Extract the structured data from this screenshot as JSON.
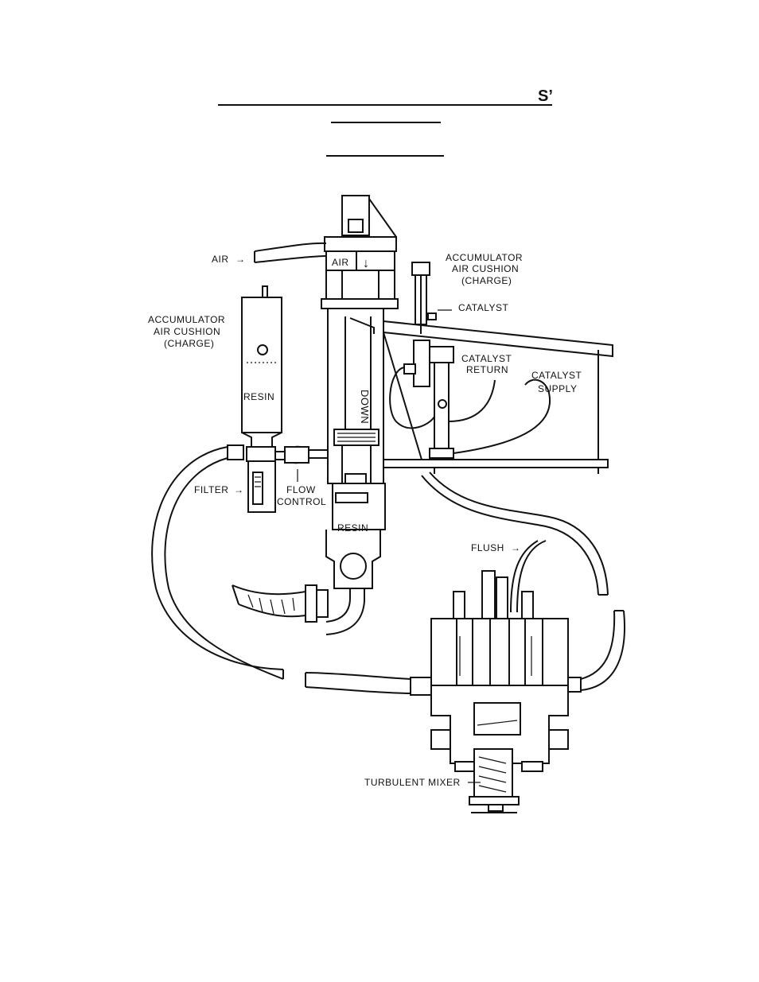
{
  "header": {
    "fragment": "S’"
  },
  "labels": {
    "air": "AIR",
    "air_arrow": "→",
    "air_in_cylinder": "AIR",
    "down_arrow": "↓",
    "accumulator_right_1": "ACCUMULATOR",
    "accumulator_right_2": "AIR CUSHION",
    "accumulator_right_3": "(CHARGE)",
    "catalyst": "CATALYST",
    "accumulator_left_1": "ACCUMULATOR",
    "accumulator_left_2": "AIR CUSHION",
    "accumulator_left_3": "(CHARGE)",
    "resin_left": "RESIN",
    "down": "DOWN",
    "catalyst_return_1": "CATALYST",
    "catalyst_return_2": "RETURN",
    "catalyst_supply_1": "CATALYST",
    "catalyst_supply_2": "SUPPLY",
    "filter": "FILTER",
    "filter_arrow": "→",
    "flow_1": "FLOW",
    "flow_2": "CONTROL",
    "resin_center": "RESIN",
    "flush": "FLUSH",
    "flush_arrow": "→",
    "turbulent_mixer": "TURBULENT MIXER"
  },
  "colors": {
    "ink": "#111111",
    "paper": "#ffffff"
  }
}
